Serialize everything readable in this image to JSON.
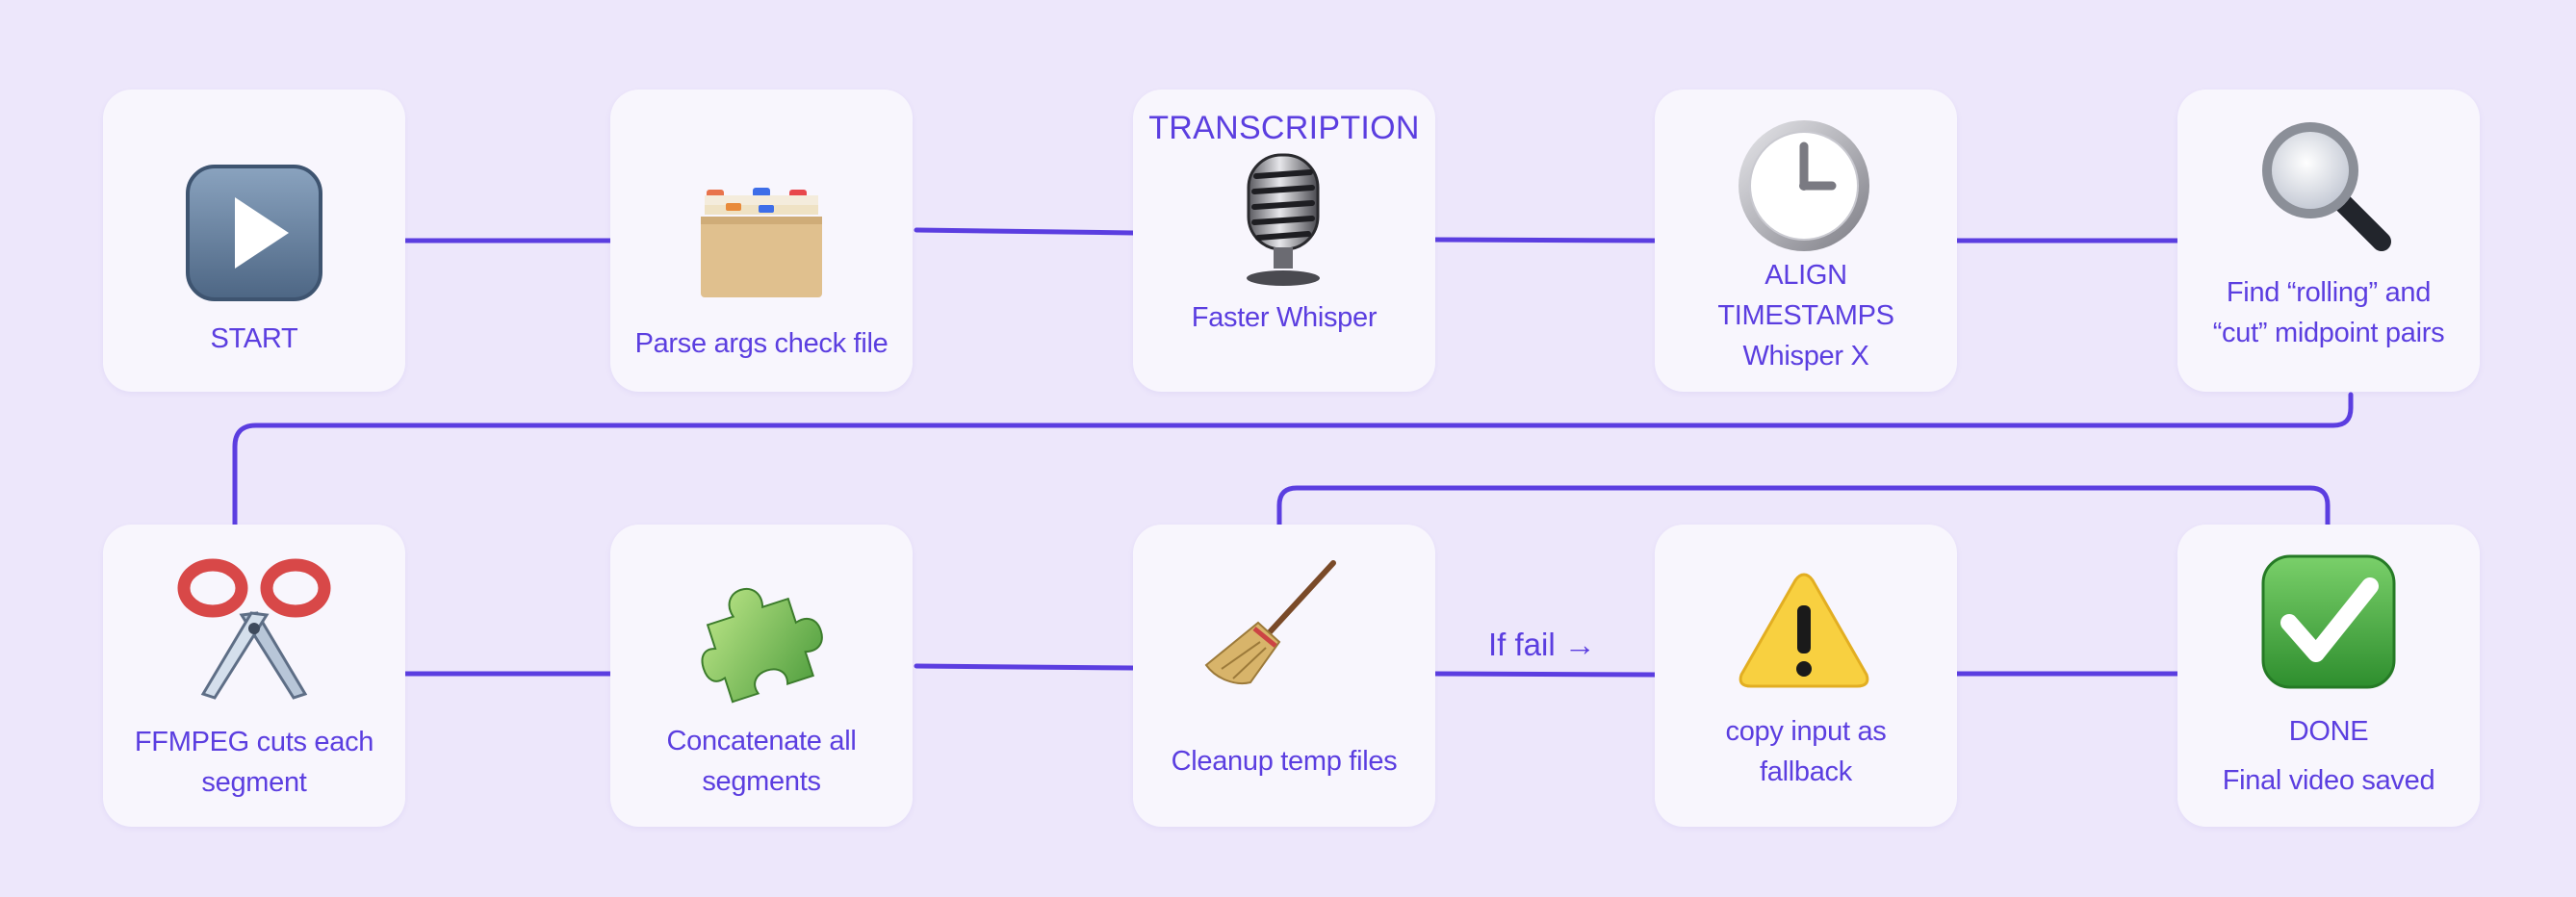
{
  "nodes": {
    "start": {
      "label": "START",
      "icon": "play-button-icon"
    },
    "parse": {
      "label": "Parse args check file",
      "icon": "card-file-box-icon"
    },
    "transcription": {
      "heading": "TRANSCRIPTION",
      "label": "Faster Whisper",
      "icon": "microphone-icon"
    },
    "align": {
      "lines": [
        "ALIGN",
        "TIMESTAMPS",
        "Whisper X"
      ],
      "icon": "clock-icon"
    },
    "find": {
      "lines": [
        "Find “rolling” and",
        "“cut” midpoint pairs"
      ],
      "icon": "magnifying-glass-icon"
    },
    "ffmpeg": {
      "lines": [
        "FFMPEG cuts each",
        "segment"
      ],
      "icon": "scissors-icon"
    },
    "concat": {
      "lines": [
        "Concatenate all",
        "segments"
      ],
      "icon": "puzzle-piece-icon"
    },
    "cleanup": {
      "label": "Cleanup temp files",
      "icon": "broom-icon"
    },
    "fallback": {
      "lines": [
        "copy input as",
        "fallback"
      ],
      "icon": "warning-icon"
    },
    "done": {
      "label": "DONE",
      "sublabel": "Final video saved",
      "icon": "check-mark-icon"
    }
  },
  "edges": {
    "fail_label": "If fail →"
  },
  "colors": {
    "background": "#ede7fb",
    "card": "#f8f6fd",
    "accent": "#5b3ee0"
  }
}
